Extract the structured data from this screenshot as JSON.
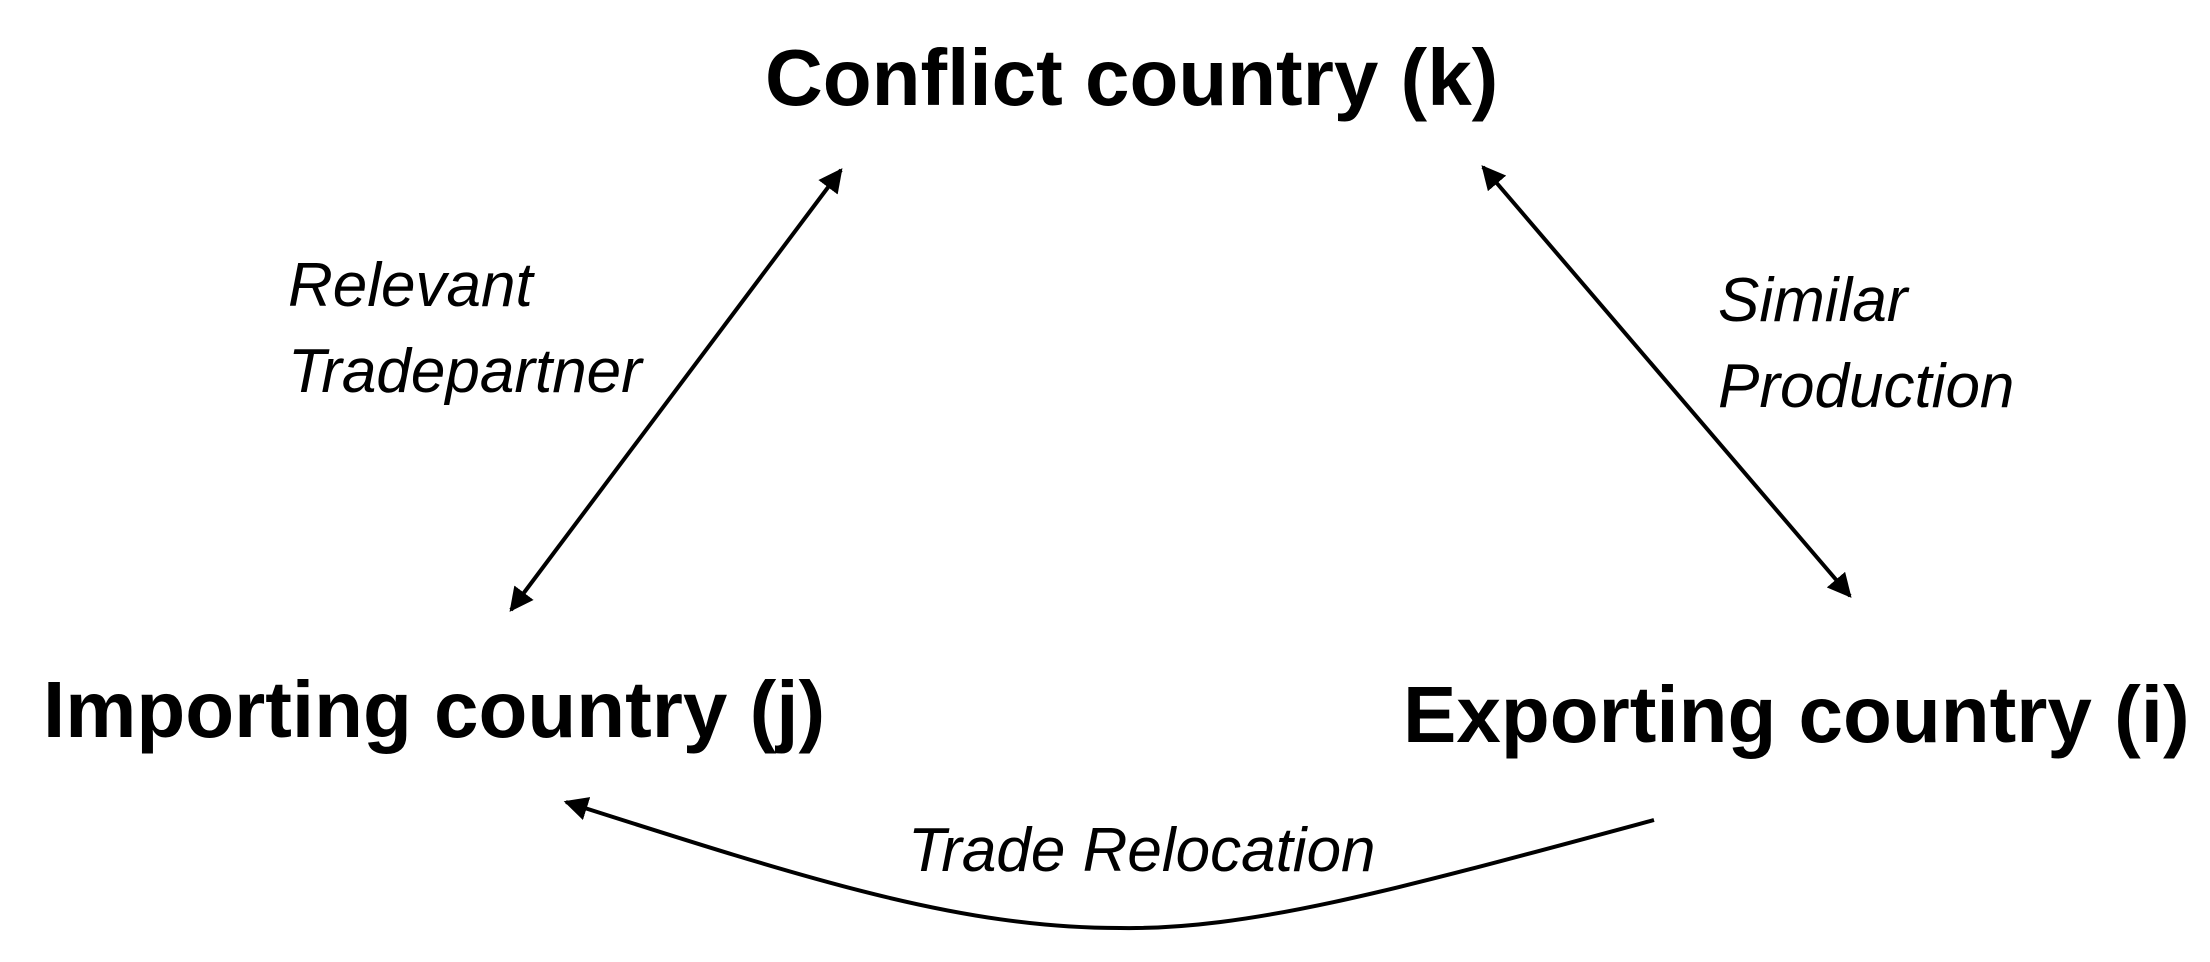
{
  "nodes": {
    "conflict": "Conflict country (k)",
    "importing": "Importing country (j)",
    "exporting": "Exporting country (i)"
  },
  "edges": {
    "importing_conflict": {
      "label_line1": "Relevant",
      "label_line2": "Tradepartner",
      "direction": "bidirectional"
    },
    "conflict_exporting": {
      "label_line1": "Similar",
      "label_line2": "Production",
      "direction": "bidirectional"
    },
    "exporting_importing": {
      "label": "Trade Relocation",
      "direction": "to-importing"
    }
  },
  "colors": {
    "line": "#000000",
    "text": "#000000",
    "background": "#ffffff"
  }
}
